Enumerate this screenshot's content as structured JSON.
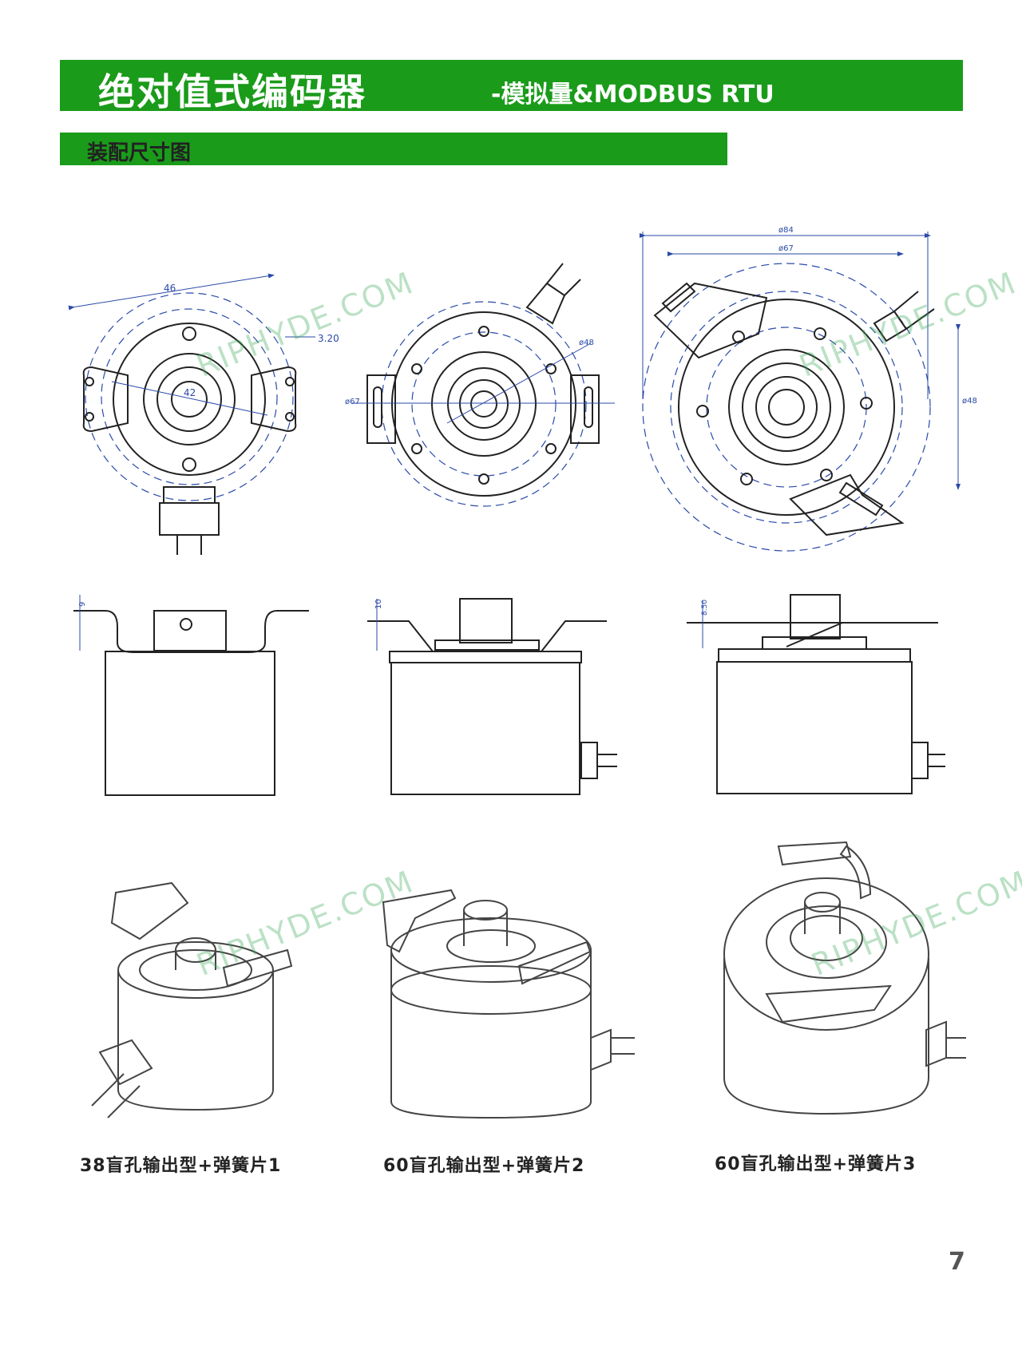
{
  "header": {
    "title": "绝对值式编码器",
    "subtitle": "-模拟量&MODBUS RTU"
  },
  "section": {
    "title": "装配尺寸图"
  },
  "dimensions": {
    "d1_width": "46",
    "d1_offset": "3.20",
    "d1_center": "42",
    "d2_phi67": "ø67",
    "d2_phi48": "ø48",
    "d3_phi84": "ø84",
    "d3_phi67": "ø67",
    "d3_phi48": "ø48",
    "s1_height": "9",
    "s2_height": "10",
    "s3_height": "8.50"
  },
  "captions": [
    "38盲孔输出型+弹簧片1",
    "60盲孔输出型+弹簧片2",
    "60盲孔输出型+弹簧片3"
  ],
  "watermark": "RIPHYDE.COM",
  "page_number": "7",
  "colors": {
    "banner_green": "#1a9b1a",
    "dimension_blue": "#2a4aa8"
  }
}
